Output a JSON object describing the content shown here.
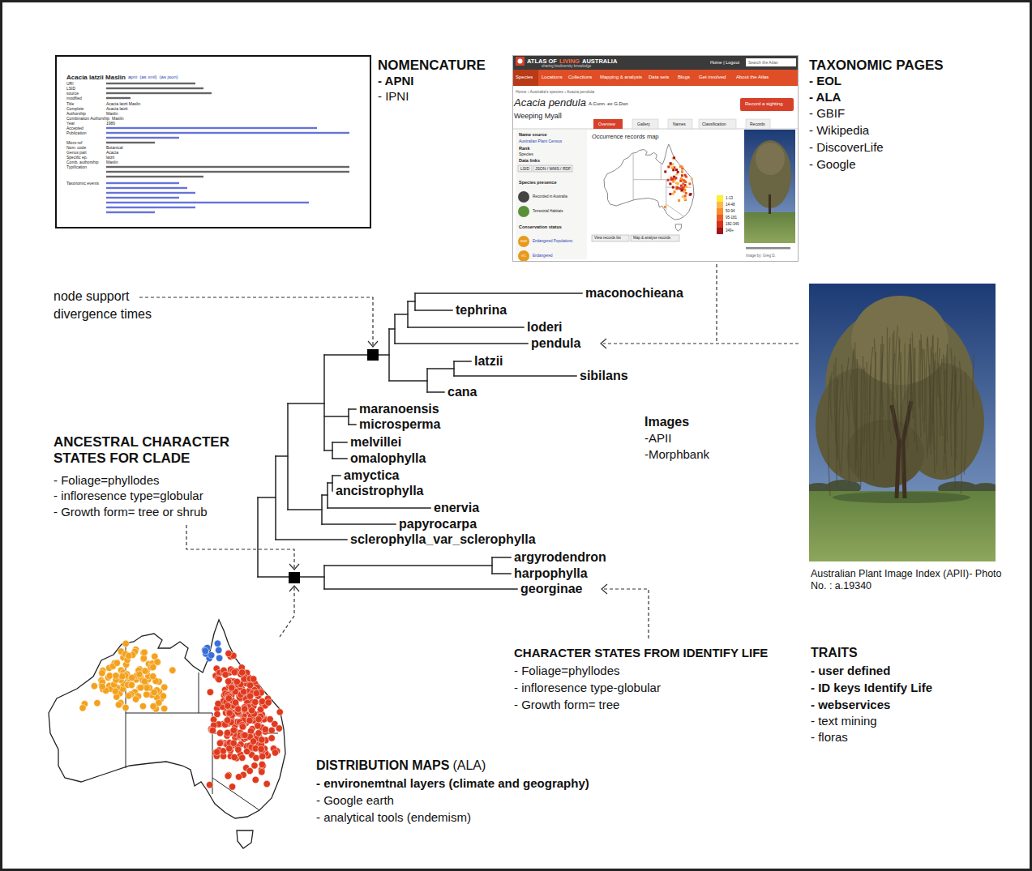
{
  "diagram": {
    "nodes": [
      {
        "text": [
          "Acacia latzii Maslin",
          "apni",
          "(as xml)",
          "(as json)",
          "URI",
          "LSID",
          "source",
          "modified",
          "Title",
          "Acacia latzii Maslin",
          "Complete",
          "Acacia latzii",
          "Authorship",
          "Maslin",
          "Combination Authorship",
          "Maslin",
          "Year",
          "1980",
          "Accepted",
          "Publication",
          "Micro ref",
          "Nom. code",
          "Botanical",
          "Genus part",
          "Acacia",
          "Specific ep.",
          "latzii",
          "Comb. authorship",
          "Maslin",
          "Typification",
          "Taxonomic events"
        ]
      },
      {
        "text": [
          "ATLAS OF",
          "LIVING",
          "AUSTRALIA",
          "sharing biodiversity knowledge",
          "Home | Logout",
          "Search the Atlas",
          "Species",
          "Locations",
          "Collections",
          "Mapping & analysis",
          "Data sets",
          "Blogs",
          "Get involved",
          "About the Atlas",
          "Home › Australia's species › Acacia pendula",
          "Acacia pendula",
          "A.Cunn. ex G.Don",
          "Weeping Myall",
          "Record a sighting",
          "Overview",
          "Gallery",
          "Names",
          "Classification",
          "Records",
          "Name source",
          "Australian Plant Census",
          "Rank",
          "Species",
          "Data links",
          "LSID",
          "JSON / WMS / RDF",
          "Species presence",
          "Recorded in Australia",
          "Terrestrial Habitats",
          "Conservation status",
          "NSW",
          "Endangered Populations",
          "VIC",
          "Endangered",
          "Occurrence records map",
          "1-13",
          "14-48",
          "50-94",
          "95-181",
          "182-349",
          "349+",
          "View records list",
          "Map & analyse records",
          "Image by: Greg D."
        ]
      }
    ],
    "labels": [
      "NOMENCATURE",
      "- APNI",
      "- IPNI",
      "TAXONOMIC PAGES",
      "- EOL",
      "- ALA",
      "- GBIF",
      "- Wikipedia",
      "- DiscoverLife",
      "- Google",
      "node support",
      "divergence times",
      "maconochieana",
      "tephrina",
      "loderi",
      "pendula",
      "latzii",
      "sibilans",
      "cana",
      "maranoensis",
      "microsperma",
      "melvillei",
      "omalophylla",
      "amyctica",
      "ancistrophylla",
      "enervia",
      "papyrocarpa",
      "sclerophylla_var_sclerophylla",
      "argyrodendron",
      "harpophylla",
      "georginae",
      "Images",
      "-APII",
      "-Morphbank",
      "ANCESTRAL CHARACTER STATES FOR CLADE",
      "- Foliage=phyllodes",
      "- infloresence type=globular",
      "- Growth form= tree or shrub",
      "Australian Plant Image Index (APII)- Photo No. : a.19340",
      "CHARACTER STATES FROM IDENTIFY LIFE",
      "- Foliage=phyllodes",
      "- infloresence type-globular",
      "- Growth form= tree",
      "TRAITS",
      "- user defined",
      "- ID keys Identify Life",
      "- webservices",
      "- text mining",
      "- floras",
      "DISTRIBUTION MAPS",
      "(ALA)",
      "- environemtnal layers (climate and geography)",
      "- Google earth",
      "- analytical tools (endemism)"
    ]
  }
}
